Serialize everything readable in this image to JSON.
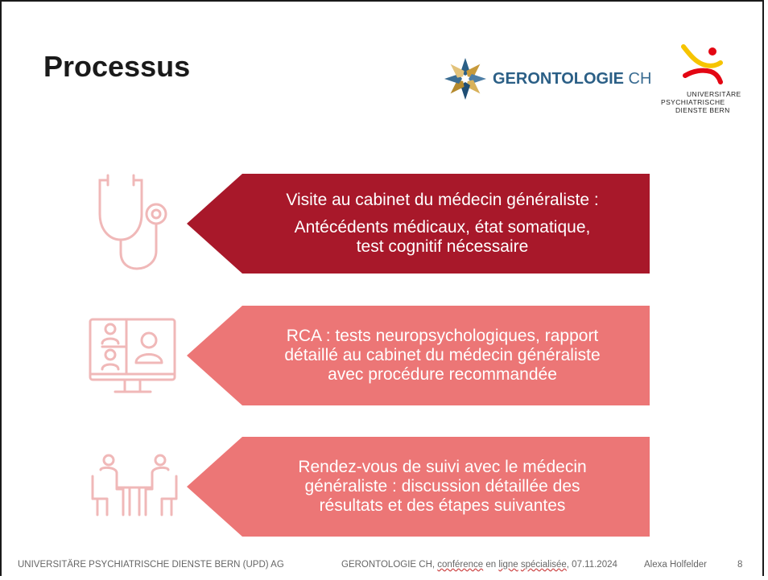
{
  "slide": {
    "title": "Processus"
  },
  "logos": {
    "gerontologie": {
      "bold": "GERONTOLOGIE",
      "light": " CH"
    },
    "upd": {
      "line1": "UNIVERSITÄRE",
      "line2": "PSYCHIATRISCHE",
      "line3": "DIENSTE BERN"
    }
  },
  "steps": [
    {
      "icon": "stethoscope-icon",
      "line1": "Visite au cabinet du médecin généraliste :",
      "line2": "Antécédents médicaux, état somatique,",
      "line3": "test cognitif nécessaire",
      "color": "#a8182a"
    },
    {
      "icon": "video-call-icon",
      "line1": "RCA : tests neuropsychologiques, rapport",
      "line2": "détaillé au cabinet du médecin généraliste",
      "line3": "avec procédure recommandée",
      "color": "#ec7676"
    },
    {
      "icon": "meeting-icon",
      "line1": "Rendez-vous de suivi avec le médecin",
      "line2": "généraliste : discussion détaillée des",
      "line3": "résultats et des étapes suivantes",
      "color": "#ec7676"
    }
  ],
  "footer": {
    "org": "UNIVERSITÄRE PSYCHIATRISCHE DIENSTE BERN (UPD) AG",
    "event_prefix": "GERONTOLOGIE CH, ",
    "event_word1": "conférence",
    "event_mid1": " en ",
    "event_word2": "ligne",
    "event_mid2": " ",
    "event_word3": "spécialisée",
    "event_suffix": ", 07.11.2024",
    "author": "Alexa Holfelder",
    "page": "8"
  },
  "colors": {
    "dark_red": "#a8182a",
    "salmon": "#ec7676",
    "icon_stroke": "#f0b8b8",
    "brand_blue": "#2b5f86"
  }
}
